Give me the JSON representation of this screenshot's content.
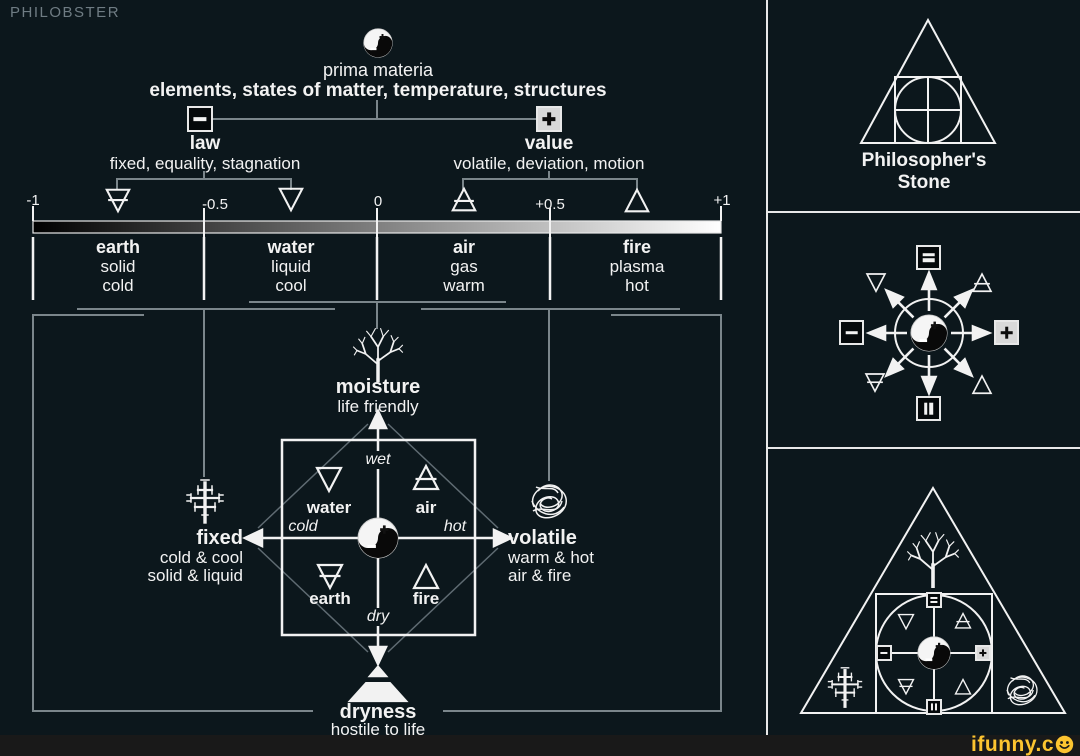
{
  "page": {
    "author": "PHILOBSTER",
    "background": "#0c171c",
    "accent_gray": "#7b868b",
    "bottom_bar": "#191919"
  },
  "title": {
    "icon": "yin-yang-icon",
    "line1": "prima materia",
    "line2": "elements, states of matter, temperature, structures"
  },
  "poles": {
    "law": {
      "icon": "minus-box-icon",
      "label": "law",
      "desc": "fixed, equality, stagnation"
    },
    "value": {
      "icon": "plus-box-icon",
      "label": "value",
      "desc": "volatile, deviation, motion"
    }
  },
  "scale": {
    "tick_labels": [
      "-1",
      "-0.5",
      "0",
      "+0.5",
      "+1"
    ],
    "symbol_icons": [
      "earth-icon",
      "water-icon",
      "air-icon",
      "fire-icon"
    ],
    "gradient": [
      "#000000",
      "#ffffff"
    ],
    "elements": [
      {
        "name": "earth",
        "state": "solid",
        "temperature": "cold"
      },
      {
        "name": "water",
        "state": "liquid",
        "temperature": "cool"
      },
      {
        "name": "air",
        "state": "gas",
        "temperature": "warm"
      },
      {
        "name": "fire",
        "state": "plasma",
        "temperature": "hot"
      }
    ]
  },
  "moisture": {
    "icon": "tree-icon",
    "label": "moisture",
    "desc": "life friendly"
  },
  "dryness": {
    "icon": "pyramid-icon",
    "label": "dryness",
    "desc": "hostile to life"
  },
  "fixed": {
    "icon": "crystal-icon",
    "label": "fixed",
    "desc1": "cold & cool",
    "desc2": "solid & liquid"
  },
  "volatile": {
    "icon": "scribble-icon",
    "label": "volatile",
    "desc1": "warm & hot",
    "desc2": "air & fire"
  },
  "matrix": {
    "center_icon": "yin-yang-icon",
    "axis": {
      "top": "wet",
      "bottom": "dry",
      "left": "cold",
      "right": "hot"
    },
    "quadrants": [
      {
        "label": "water",
        "icon": "water-icon"
      },
      {
        "label": "air",
        "icon": "air-icon"
      },
      {
        "label": "earth",
        "icon": "earth-icon"
      },
      {
        "label": "fire",
        "icon": "fire-icon"
      }
    ]
  },
  "side_panels": {
    "philosophers_stone": {
      "title_line1": "Philosopher's",
      "title_line2": "Stone",
      "icons": [
        "triangle-square-circle-cross-icon"
      ]
    },
    "chaos_compass": {
      "icons": [
        "yin-yang-icon",
        "equals-box-icon",
        "minus-box-icon",
        "plus-box-icon",
        "pause-box-icon",
        "water-icon",
        "air-icon",
        "earth-icon",
        "fire-icon"
      ]
    },
    "triangle_synthesis": {
      "icons": [
        "tree-icon",
        "crystal-icon",
        "scribble-icon",
        "yin-yang-icon",
        "equals-box-icon",
        "minus-box-icon",
        "plus-box-icon",
        "pause-box-icon",
        "water-icon",
        "air-icon",
        "earth-icon",
        "fire-icon"
      ]
    }
  },
  "watermark": {
    "text": "ifunny.c",
    "smiley": "smiley-icon",
    "color": "#fcc430"
  }
}
